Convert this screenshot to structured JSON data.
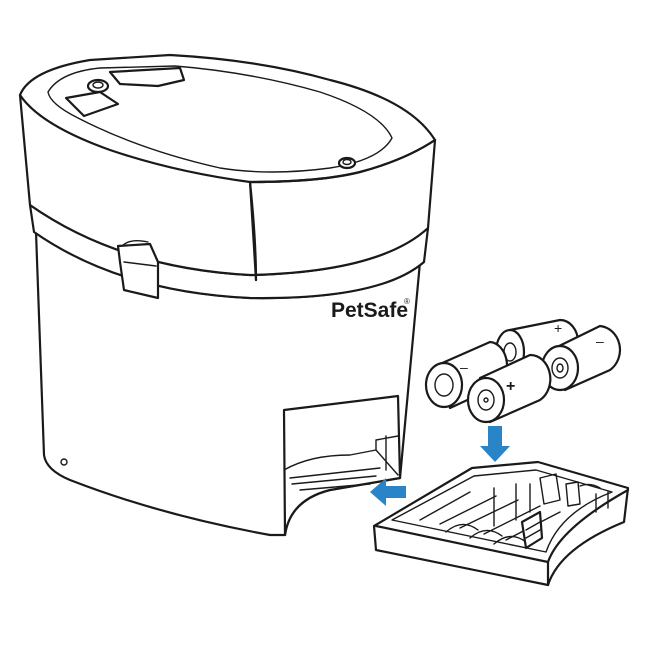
{
  "brand": {
    "name": "PetSafe",
    "trademark": "®"
  },
  "batteries": [
    {
      "polarity": "+"
    },
    {
      "polarity": "–"
    },
    {
      "polarity": "–"
    },
    {
      "polarity": "+"
    }
  ],
  "arrows": {
    "color": "#2a84c8",
    "insert_direction": "down",
    "slide_direction": "left"
  },
  "icons": [
    "feeder-body",
    "battery",
    "battery-tray",
    "arrow-down-icon",
    "arrow-left-icon"
  ]
}
